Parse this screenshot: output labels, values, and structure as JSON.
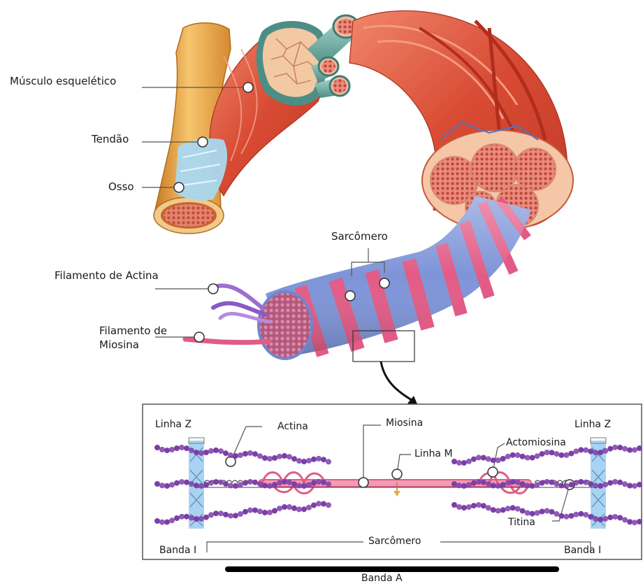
{
  "labels": {
    "musculo_esqueletico": "Músculo esquelético",
    "tendao": "Tendão",
    "osso": "Osso",
    "sarcomero_top": "Sarcômero",
    "filamento_actina": "Filamento de Actina",
    "filamento_miosina_1": "Filamento de",
    "filamento_miosina_2": "Miosina"
  },
  "detail": {
    "linha_z_left": "Linha Z",
    "linha_z_right": "Linha Z",
    "actina": "Actina",
    "miosina": "Miosina",
    "linha_m": "Linha M",
    "actomiosina": "Actomiosina",
    "titina": "Titina",
    "sarcomero": "Sarcômero",
    "banda_i_left": "Banda I",
    "banda_i_right": "Banda I",
    "banda_a": "Banda A"
  },
  "colors": {
    "bone": "#e8a84a",
    "muscle": "#e0503a",
    "tendon": "#a9d8f0",
    "band_pink": "#e25b86",
    "band_blue": "#7e94d8",
    "actin": "#7b3fa8",
    "myosin": "#e25b86",
    "zline": "#9fcff0"
  }
}
